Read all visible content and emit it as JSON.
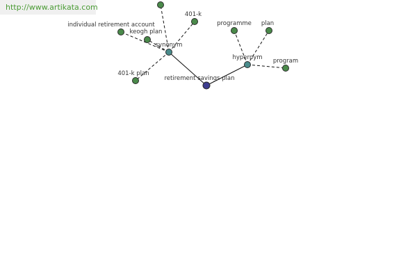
{
  "source": {
    "url": "http://www.artikata.com"
  },
  "colors": {
    "root": "#3d3d8f",
    "relation": "#4a8c8c",
    "term": "#4a8a4a",
    "url_text": "#4a9b34"
  },
  "graph": {
    "root": {
      "id": "root",
      "label": "retirement savings plan"
    },
    "relations": [
      {
        "id": "synonym",
        "label": "synonym"
      },
      {
        "id": "hypernym",
        "label": "hypernym"
      }
    ],
    "terms": [
      {
        "id": "t_top",
        "label": "",
        "parent": "synonym"
      },
      {
        "id": "t_401k",
        "label": "401-k",
        "parent": "synonym"
      },
      {
        "id": "t_ira",
        "label": "individual retirement account",
        "parent": "synonym"
      },
      {
        "id": "t_keogh",
        "label": "keogh plan",
        "parent": "synonym"
      },
      {
        "id": "t_401kplan",
        "label": "401-k plan",
        "parent": "synonym"
      },
      {
        "id": "t_programme",
        "label": "programme",
        "parent": "hypernym"
      },
      {
        "id": "t_plan",
        "label": "plan",
        "parent": "hypernym"
      },
      {
        "id": "t_program",
        "label": "program",
        "parent": "hypernym"
      }
    ]
  }
}
